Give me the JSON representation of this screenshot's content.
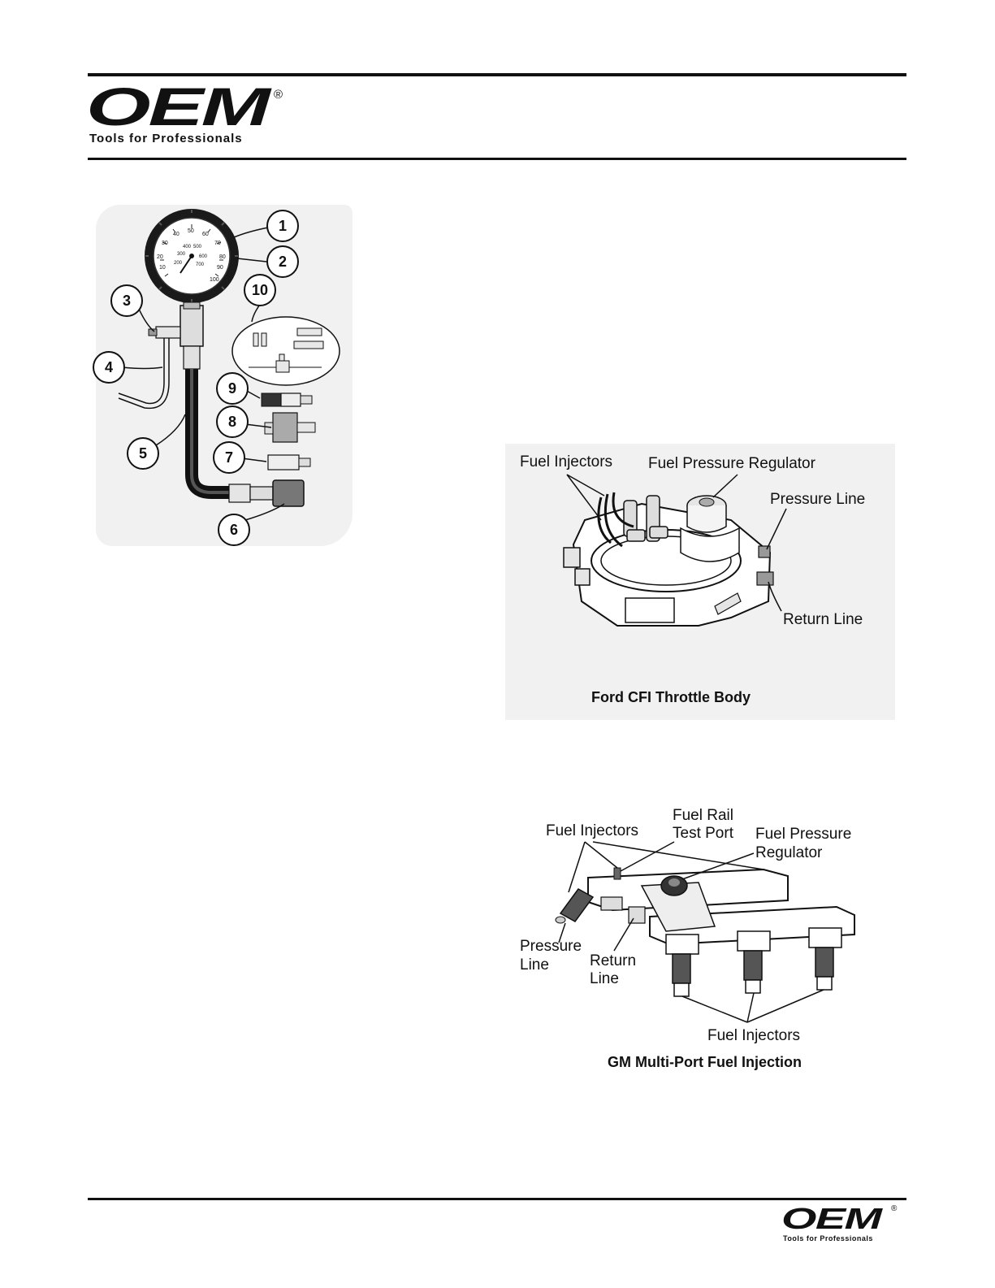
{
  "header": {
    "brand": "OEM",
    "registered": "®",
    "tagline": "Tools for Professionals"
  },
  "gauge_figure": {
    "callouts": [
      "1",
      "2",
      "3",
      "4",
      "5",
      "6",
      "7",
      "8",
      "9",
      "10"
    ],
    "dial_numbers": [
      "10",
      "20",
      "30",
      "40",
      "50",
      "60",
      "70",
      "80",
      "90",
      "100",
      "200",
      "300",
      "400",
      "500",
      "600",
      "700"
    ]
  },
  "ford_figure": {
    "labels": {
      "fuel_injectors": "Fuel Injectors",
      "regulator": "Fuel Pressure Regulator",
      "pressure_line": "Pressure Line",
      "return_line": "Return Line"
    },
    "caption": "Ford CFI Throttle Body"
  },
  "gm_figure": {
    "labels": {
      "fuel_injectors_top": "Fuel Injectors",
      "test_port_line1": "Fuel Rail",
      "test_port_line2": "Test Port",
      "regulator_line1": "Fuel Pressure",
      "regulator_line2": "Regulator",
      "pressure_line1": "Pressure",
      "pressure_line2": "Line",
      "return_line1": "Return",
      "return_line2": "Line",
      "fuel_injectors_bottom": "Fuel Injectors"
    },
    "caption": "GM Multi-Port Fuel Injection"
  },
  "footer": {
    "brand": "OEM",
    "registered": "®",
    "tagline": "Tools for Professionals"
  }
}
